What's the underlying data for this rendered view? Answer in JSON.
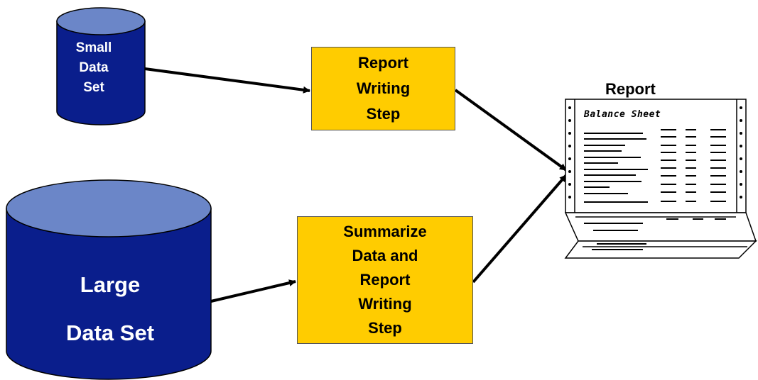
{
  "diagram": {
    "small_data_set": {
      "label_lines": [
        "Small",
        "Data",
        "Set"
      ]
    },
    "large_data_set": {
      "label_lines": [
        "Large",
        "Data Set"
      ]
    },
    "report_writing_step": {
      "label_lines": [
        "Report",
        "Writing",
        "Step"
      ]
    },
    "summarize_step": {
      "label_lines": [
        "Summarize",
        "Data and",
        "Report",
        "Writing",
        "Step"
      ]
    },
    "report": {
      "title": "Report",
      "sheet_title": "Balance Sheet"
    },
    "colors": {
      "cylinder_body": "#0a1e8c",
      "cylinder_top": "#6b86c8",
      "process_box": "#ffcc00",
      "arrow": "#000000"
    }
  }
}
